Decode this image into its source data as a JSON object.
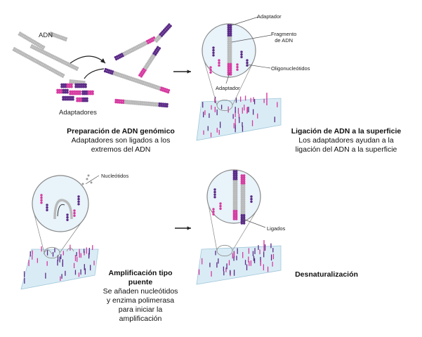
{
  "panels": {
    "prep": {
      "title": "Preparación de ADN genómico",
      "subtitle": "Adaptadores son ligados a los\nextremos del ADN",
      "label_dna": "ADN",
      "label_adapters": "Adaptadores"
    },
    "ligation": {
      "title": "Ligación de ADN a la superficie",
      "subtitle": "Los adaptadores ayudan a la\nligación del ADN a la superficie",
      "label_adapter_top": "Adaptador",
      "label_fragment": "Fragmento\nde ADN",
      "label_oligos": "Oligonucleótidos",
      "label_adapter_bottom": "Adaptador"
    },
    "amplification": {
      "title": "Amplificación tipo\npuente",
      "subtitle": "Se añaden nucleótidos\ny enzima polimerasa\npara iniciar la\namplificación",
      "label_nucleotides": "Nucleótidos"
    },
    "denaturation": {
      "title": "Desnaturalización",
      "label_bound": "Ligados"
    }
  },
  "colors": {
    "dna_gray": "#b9b9b9",
    "adapter_purple": "#5b2a86",
    "adapter_pink": "#d63aa0",
    "surface": "#d9ecf5",
    "surface_edge": "#9fc6da",
    "lens": "#e8f3fa",
    "lens_edge": "#888888",
    "arrow": "#222222"
  }
}
